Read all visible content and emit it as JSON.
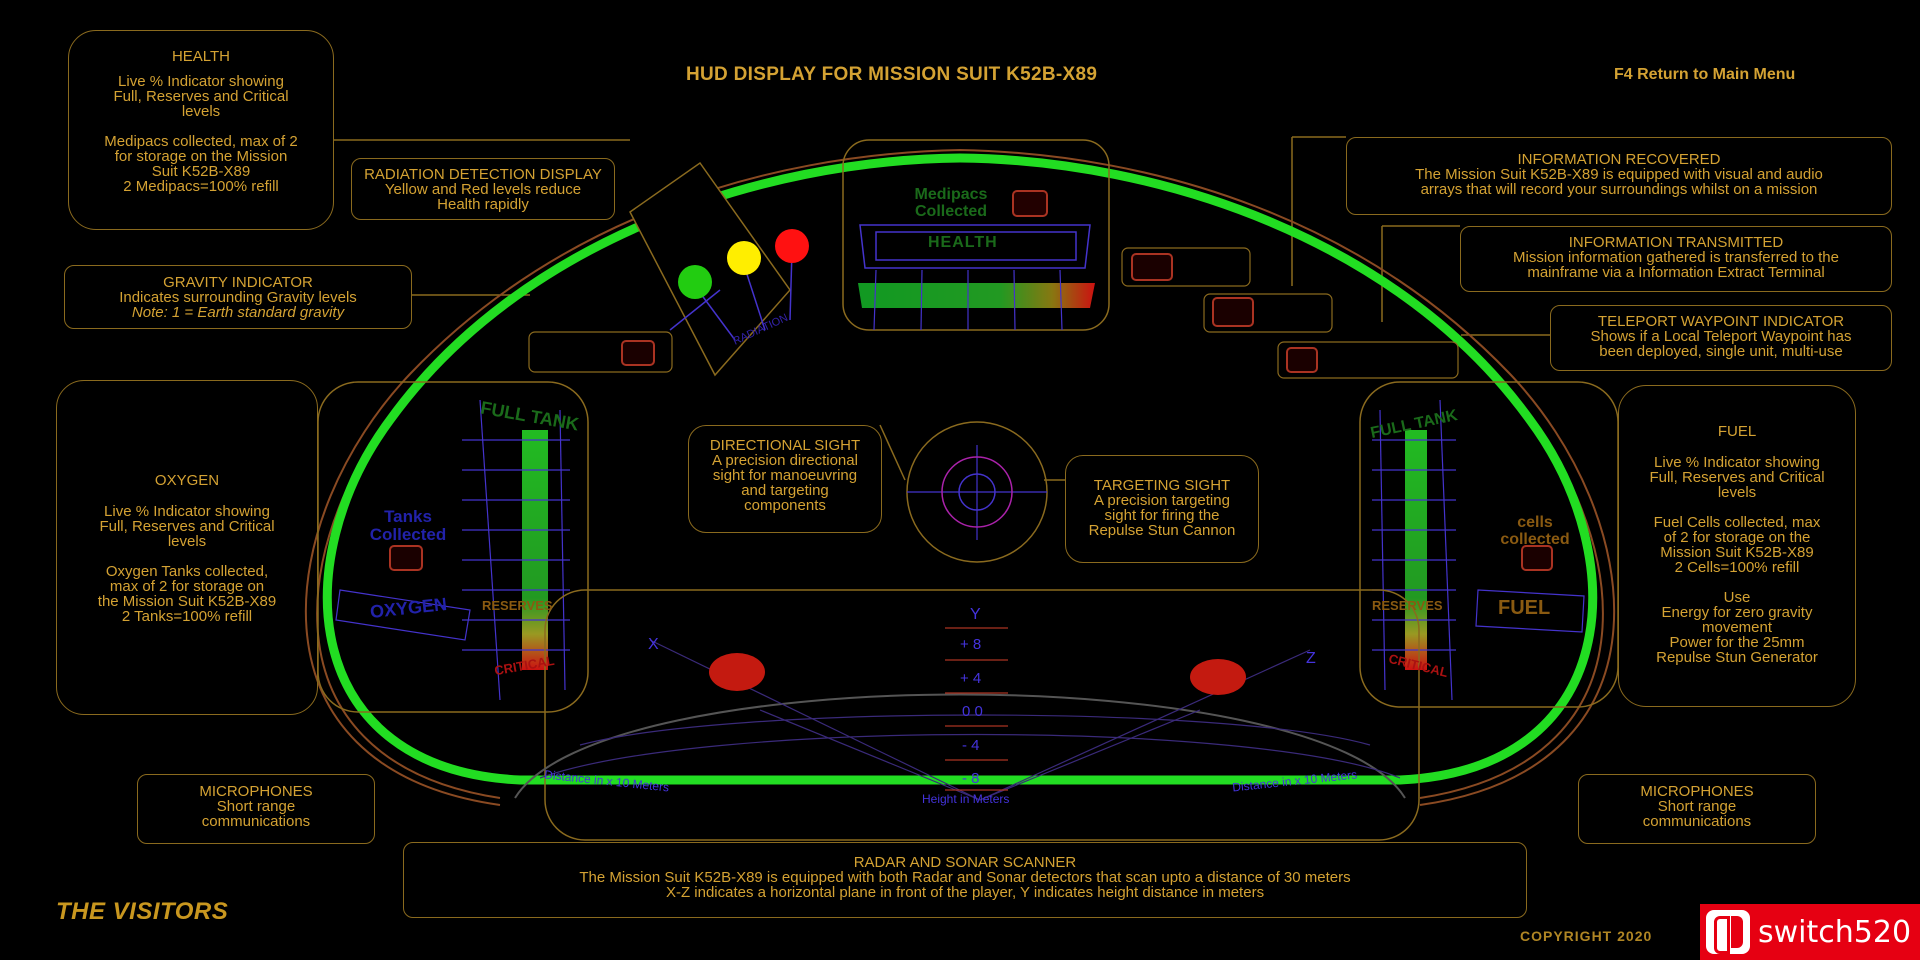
{
  "header": {
    "title": "HUD DISPLAY FOR MISSION SUIT K52B-X89",
    "menu": "F4 Return to Main Menu"
  },
  "health": {
    "heading": "HEALTH",
    "lines": [
      "Live % Indicator showing",
      "Full, Reserves and Critical",
      "levels",
      "",
      "Medipacs collected, max of 2",
      "for storage on the Mission",
      "Suit K52B-X89",
      "2 Medipacs=100% refill"
    ]
  },
  "radiation": {
    "heading": "RADIATION DETECTION DISPLAY",
    "lines": [
      "Yellow and Red levels reduce",
      "Health rapidly"
    ]
  },
  "gravity": {
    "heading": "GRAVITY INDICATOR",
    "line": "Indicates surrounding Gravity levels",
    "note": "Note: 1 = Earth standard gravity"
  },
  "oxygen": {
    "heading": "OXYGEN",
    "lines": [
      "Live % Indicator showing",
      "Full, Reserves and Critical",
      "levels",
      "",
      "Oxygen Tanks collected,",
      "max of 2 for storage on",
      "the Mission Suit K52B-X89",
      "2 Tanks=100% refill"
    ]
  },
  "info_recovered": {
    "heading": "INFORMATION RECOVERED",
    "lines": [
      "The Mission Suit K52B-X89 is equipped with visual and audio",
      "arrays that will record your surroundings whilst on a mission"
    ]
  },
  "info_transmitted": {
    "heading": "INFORMATION TRANSMITTED",
    "lines": [
      "Mission information gathered is transferred to the",
      "mainframe via a Information Extract Terminal"
    ]
  },
  "teleport": {
    "heading": "TELEPORT WAYPOINT INDICATOR",
    "lines": [
      "Shows if a Local Teleport Waypoint has",
      "been deployed, single unit, multi-use"
    ]
  },
  "fuel": {
    "heading": "FUEL",
    "lines": [
      "Live % Indicator showing",
      "Full, Reserves and Critical",
      "levels",
      "",
      "Fuel Cells collected, max",
      "of 2 for storage on the",
      "Mission Suit K52B-X89",
      "2 Cells=100% refill",
      "",
      "Use",
      "Energy for zero gravity",
      "movement",
      "Power for the 25mm",
      "Repulse Stun Generator"
    ]
  },
  "directional": {
    "heading": "DIRECTIONAL SIGHT",
    "lines": [
      "A precision directional",
      "sight for manoeuvring",
      "and targeting",
      "components"
    ]
  },
  "targeting": {
    "heading": "TARGETING SIGHT",
    "lines": [
      "A precision targeting",
      "sight for firing the",
      "Repulse Stun Cannon"
    ]
  },
  "mic_left": {
    "heading": "MICROPHONES",
    "lines": [
      "Short range",
      "communications"
    ]
  },
  "mic_right": {
    "heading": "MICROPHONES",
    "lines": [
      "Short range",
      "communications"
    ]
  },
  "radar": {
    "heading": "RADAR AND SONAR SCANNER",
    "lines": [
      "The Mission Suit K52B-X89 is equipped with both Radar and Sonar detectors that scan upto a distance of 30 meters",
      "X-Z indicates a horizontal plane in front of the player, Y indicates height distance in meters"
    ]
  },
  "hud": {
    "medipacs": "Medipacs Collected",
    "health_label": "HEALTH",
    "oxygen_label": "OXYGEN",
    "tanks_collected": "Tanks Collected",
    "fuel_label": "FUEL",
    "cells_collected": "cells collected",
    "full": "FULL TANK",
    "reserves": "RESERVES",
    "critical": "CRITICAL",
    "axis_y": "Y",
    "axis_x": "X",
    "axis_z": "Z",
    "ticks": [
      "+ 8",
      "+ 4",
      "0 0",
      "- 4",
      "- 8"
    ],
    "dist_left": "Distance in x 10 Meters",
    "dist_right": "Distance in x 10 Meters",
    "height": "Height in Meters"
  },
  "footer": {
    "brand": "THE VISITORS",
    "copyright": "COPYRIGHT 2020",
    "watermark": "switch520"
  },
  "colors": {
    "accent": "#d4a233",
    "ring": "#22dd22",
    "grid": "#4433cc",
    "alert_red": "#ff1111",
    "alert_yellow": "#ffee00",
    "ok_green": "#22cc11"
  }
}
